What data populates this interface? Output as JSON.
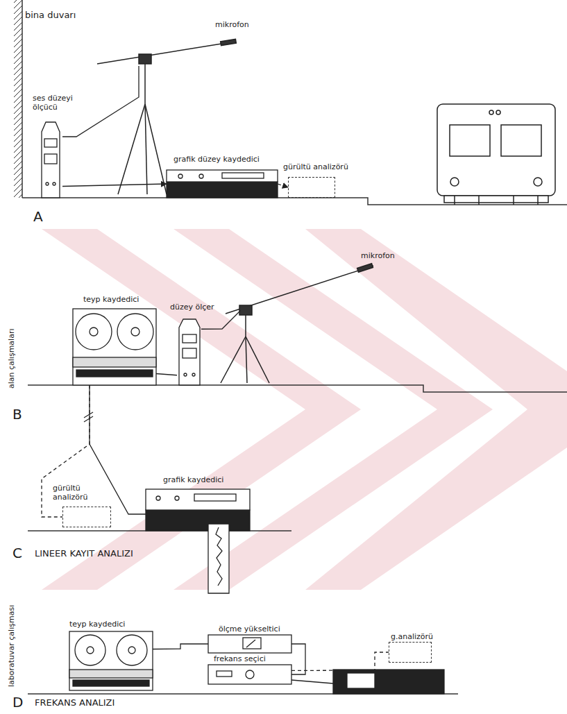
{
  "diagram": {
    "nodes": [
      {
        "text": [
          "ses düzeyi ölçücü"
        ]
      },
      {
        "text": [
          "mikrofon"
        ]
      },
      {
        "text": [
          "grafik düzey kaydedici"
        ]
      },
      {
        "text": [
          "gürültü analizörü"
        ]
      },
      {
        "text": [
          "teyp kaydedici"
        ]
      },
      {
        "text": [
          "düzey ölçer"
        ]
      },
      {
        "text": [
          "mikrofon"
        ]
      },
      {
        "text": [
          "gürültü analizörü"
        ]
      },
      {
        "text": [
          "grafik kaydedici"
        ]
      },
      {
        "text": [
          "teyp kaydedici"
        ]
      },
      {
        "text": [
          "ölçme yükseltici"
        ]
      },
      {
        "text": [
          "frekans seçici"
        ]
      },
      {
        "text": [
          "g.analizörü"
        ]
      }
    ],
    "edges": [
      {
        "from": 1,
        "to": 0,
        "arrow": "none"
      },
      {
        "from": 0,
        "to": 2,
        "arrow": "to"
      },
      {
        "from": 2,
        "to": 3,
        "arrow": "to"
      },
      {
        "from": 6,
        "to": 5,
        "arrow": "none"
      },
      {
        "from": 5,
        "to": 4,
        "arrow": "none"
      },
      {
        "from": 4,
        "to": 8,
        "arrow": "none"
      },
      {
        "from": 4,
        "to": 7,
        "arrow": "none"
      },
      {
        "from": 9,
        "to": 10,
        "arrow": "none"
      },
      {
        "from": 10,
        "to": 11,
        "arrow": "none"
      },
      {
        "from": 11,
        "to": 12,
        "arrow": "none"
      }
    ],
    "labels": [
      "bina duvarı",
      "A",
      "B",
      "alan çalışmaları",
      "C",
      "LINEER KAYIT ANALIZI",
      "laboratuvar çalışması",
      "D",
      "FREKANS ANALIZI"
    ]
  }
}
